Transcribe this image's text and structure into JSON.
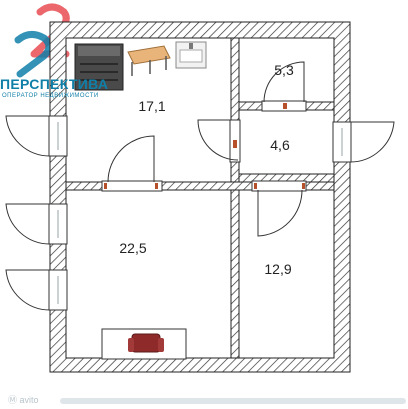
{
  "logo": {
    "title": "ПЕРСПЕКТИВА",
    "subtitle": "ОПЕРАТОР НЕДВИЖИМОСТИ"
  },
  "rooms": {
    "living_room": "17,1",
    "storage": "5,3",
    "bathroom": "4,6",
    "bedroom": "22,5",
    "room_right": "12,9"
  },
  "watermark": "Ⓜ avito",
  "colors": {
    "wall_hatch": "#333333",
    "door_marker": "#b5502a",
    "logo": "#0f7fa8",
    "logo_mark": "#e84c52"
  },
  "icons": [
    "stove-icon",
    "table-icon",
    "sink-icon",
    "sofa-icon"
  ]
}
